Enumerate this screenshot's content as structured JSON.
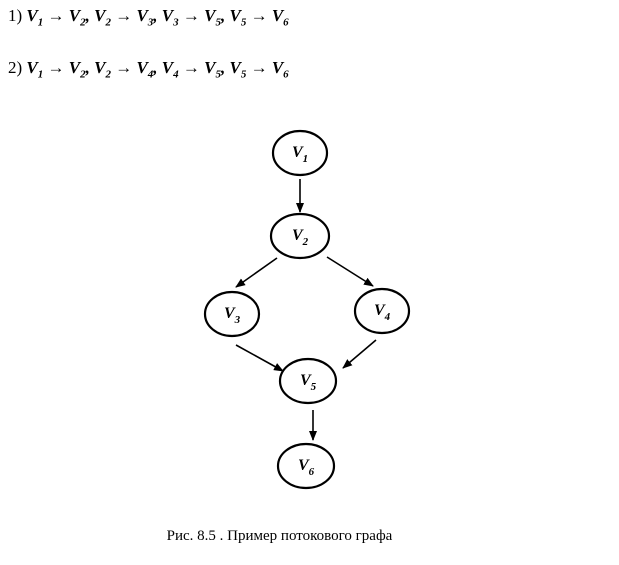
{
  "paths": [
    {
      "number": "1)",
      "edges": [
        {
          "from": "1",
          "to": "2"
        },
        {
          "from": "2",
          "to": "3"
        },
        {
          "from": "3",
          "to": "5"
        },
        {
          "from": "5",
          "to": "6"
        }
      ]
    },
    {
      "number": "2)",
      "edges": [
        {
          "from": "1",
          "to": "2"
        },
        {
          "from": "2",
          "to": "4"
        },
        {
          "from": "4",
          "to": "5"
        },
        {
          "from": "5",
          "to": "6"
        }
      ]
    }
  ],
  "vertex_letter": "V",
  "arrow_symbol": "→",
  "separator": ",",
  "nodes": [
    {
      "id": "1",
      "label": "V",
      "sub": "1"
    },
    {
      "id": "2",
      "label": "V",
      "sub": "2"
    },
    {
      "id": "3",
      "label": "V",
      "sub": "3"
    },
    {
      "id": "4",
      "label": "V",
      "sub": "4"
    },
    {
      "id": "5",
      "label": "V",
      "sub": "5"
    },
    {
      "id": "6",
      "label": "V",
      "sub": "6"
    }
  ],
  "edges": [
    {
      "from": "1",
      "to": "2"
    },
    {
      "from": "2",
      "to": "3"
    },
    {
      "from": "2",
      "to": "4"
    },
    {
      "from": "3",
      "to": "5"
    },
    {
      "from": "4",
      "to": "5"
    },
    {
      "from": "5",
      "to": "6"
    }
  ],
  "caption": "Рис. 8.5 . Пример потокового графа"
}
